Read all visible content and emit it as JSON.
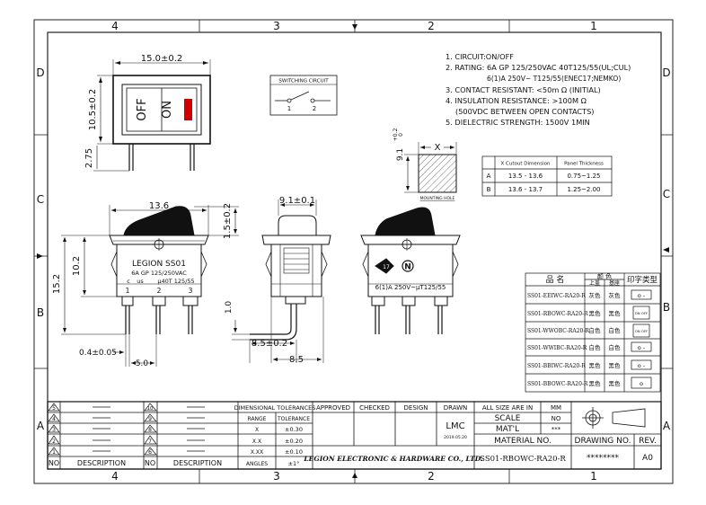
{
  "zones": {
    "top": [
      "4",
      "3",
      "2",
      "1"
    ],
    "bottom": [
      "4",
      "3",
      "2",
      "1"
    ],
    "left": [
      "D",
      "C",
      "B",
      "A"
    ],
    "right": [
      "D",
      "C",
      "B",
      "A"
    ]
  },
  "notes": [
    "1. CIRCUIT:ON/OFF",
    "2. RATING: 6A GP 125/250VAC  40T125/55(UL;CUL)",
    "6(1)A 250V~ T125/55(ENEC17;NEMKO)",
    "3. CONTACT RESISTANT: <50m Ω (INITIAL)",
    "4. INSULATION RESISTANCE: >100M Ω",
    "(500VDC BETWEEN OPEN CONTACTS)",
    "5. DIELECTRIC STRENGTH: 1500V 1MIN"
  ],
  "front_view": {
    "width_dim": "15.0±0.2",
    "height_dim": "10.5±0.2",
    "lead_dim": "2.75",
    "label_off": "OFF",
    "label_on": "ON"
  },
  "switching_circuit": {
    "title": "SWITCHING CIRCUIT",
    "pin1": "1",
    "pin2": "2"
  },
  "cutout": {
    "x_label": "X",
    "y_dim": "9.1",
    "y_tol_plus": "+0.2",
    "y_tol_minus": "0",
    "mount_caption": "MOUNTING HOLE",
    "headers": [
      "",
      "X Cutout Dimension",
      "Panel Thickness"
    ],
    "rows": [
      [
        "A",
        "13.5 - 13.6",
        "0.75~1.25"
      ],
      [
        "B",
        "13.6 - 13.7",
        "1.25~2.00"
      ]
    ]
  },
  "side_view": {
    "width_dim": "13.6",
    "height_total": "15.2",
    "height_body": "10.2",
    "rocker_h": "1.5±0.2",
    "brand": "LEGION  SS01",
    "rating1": "6A GP 125/250VAC",
    "rating2a": "c",
    "rating2b": "us",
    "rating2c": "μ40T 125/55",
    "pins": [
      "1",
      "2",
      "3"
    ],
    "lead_w": "0.4±0.05",
    "pitch": "5.0"
  },
  "end_view": {
    "width_dim": "9.1±0.1",
    "lead_dim": "1.0",
    "pitch": "8.5±0.2",
    "length": "8.5"
  },
  "rear_view": {
    "rating": "6(1)A 250V~μT125/55",
    "mark": "N",
    "mark2": "17"
  },
  "product_table": {
    "col_name": "品  名",
    "col_color": "颜  色",
    "col_color_sub1": "上盖",
    "col_color_sub2": "基座",
    "col_print": "印字类型",
    "rows": [
      {
        "name": "SS01-EEIWC-RA20-R",
        "c1": "灰色",
        "c2": "灰色",
        "print": "o -"
      },
      {
        "name": "SS01-RBOWC-RA20-R",
        "c1": "黑色",
        "c2": "黑色",
        "print": "ON OFF"
      },
      {
        "name": "SS01-WWOBC-RA20-R",
        "c1": "白色",
        "c2": "白色",
        "print": "ON OFF"
      },
      {
        "name": "SS01-WWIBC-RA20-R",
        "c1": "白色",
        "c2": "白色",
        "print": "o -"
      },
      {
        "name": "SS01-BBIWC-RA20-R",
        "c1": "黑色",
        "c2": "黑色",
        "print": "o -"
      },
      {
        "name": "SS01-BBOWC-RA20-R",
        "c1": "黑色",
        "c2": "黑色",
        "print": "o"
      }
    ]
  },
  "title_block": {
    "rev_nums_left": [
      "5",
      "4",
      "3",
      "2",
      "1"
    ],
    "rev_nums_mid": [
      "10",
      "9",
      "8",
      "7",
      "6"
    ],
    "col_no": "NO",
    "col_desc": "DESCRIPTION",
    "tol_title": "DIMENSIONAL TOLERANCES",
    "tol_headers": [
      "RANGE",
      "TOLERANCE"
    ],
    "tol_rows": [
      [
        "X",
        "±0.30"
      ],
      [
        "X.X",
        "±0.20"
      ],
      [
        "X.XX",
        "±0.10"
      ],
      [
        "ANGLES",
        "±1°"
      ]
    ],
    "approved": "APPROVED",
    "checked": "CHECKED",
    "design": "DESIGN",
    "drawn": "DRAWN",
    "drawn_by": "LMC",
    "drawn_date": "2019.05.20",
    "all_size": "ALL SIZE ARE IN",
    "unit": "MM",
    "scale": "SCALE",
    "scale_val": "NO",
    "matl": "MAT'L",
    "matl_val": "***",
    "material_no": "MATERIAL  NO.",
    "part_no": "SS01-RBOWC-RA20-R",
    "company": "LEGION ELECTRONIC & HARDWARE CO., LTD.",
    "drawing_no": "DRAWING NO.",
    "rev": "REV.",
    "drawing_no_val": "********",
    "rev_val": "A0"
  }
}
